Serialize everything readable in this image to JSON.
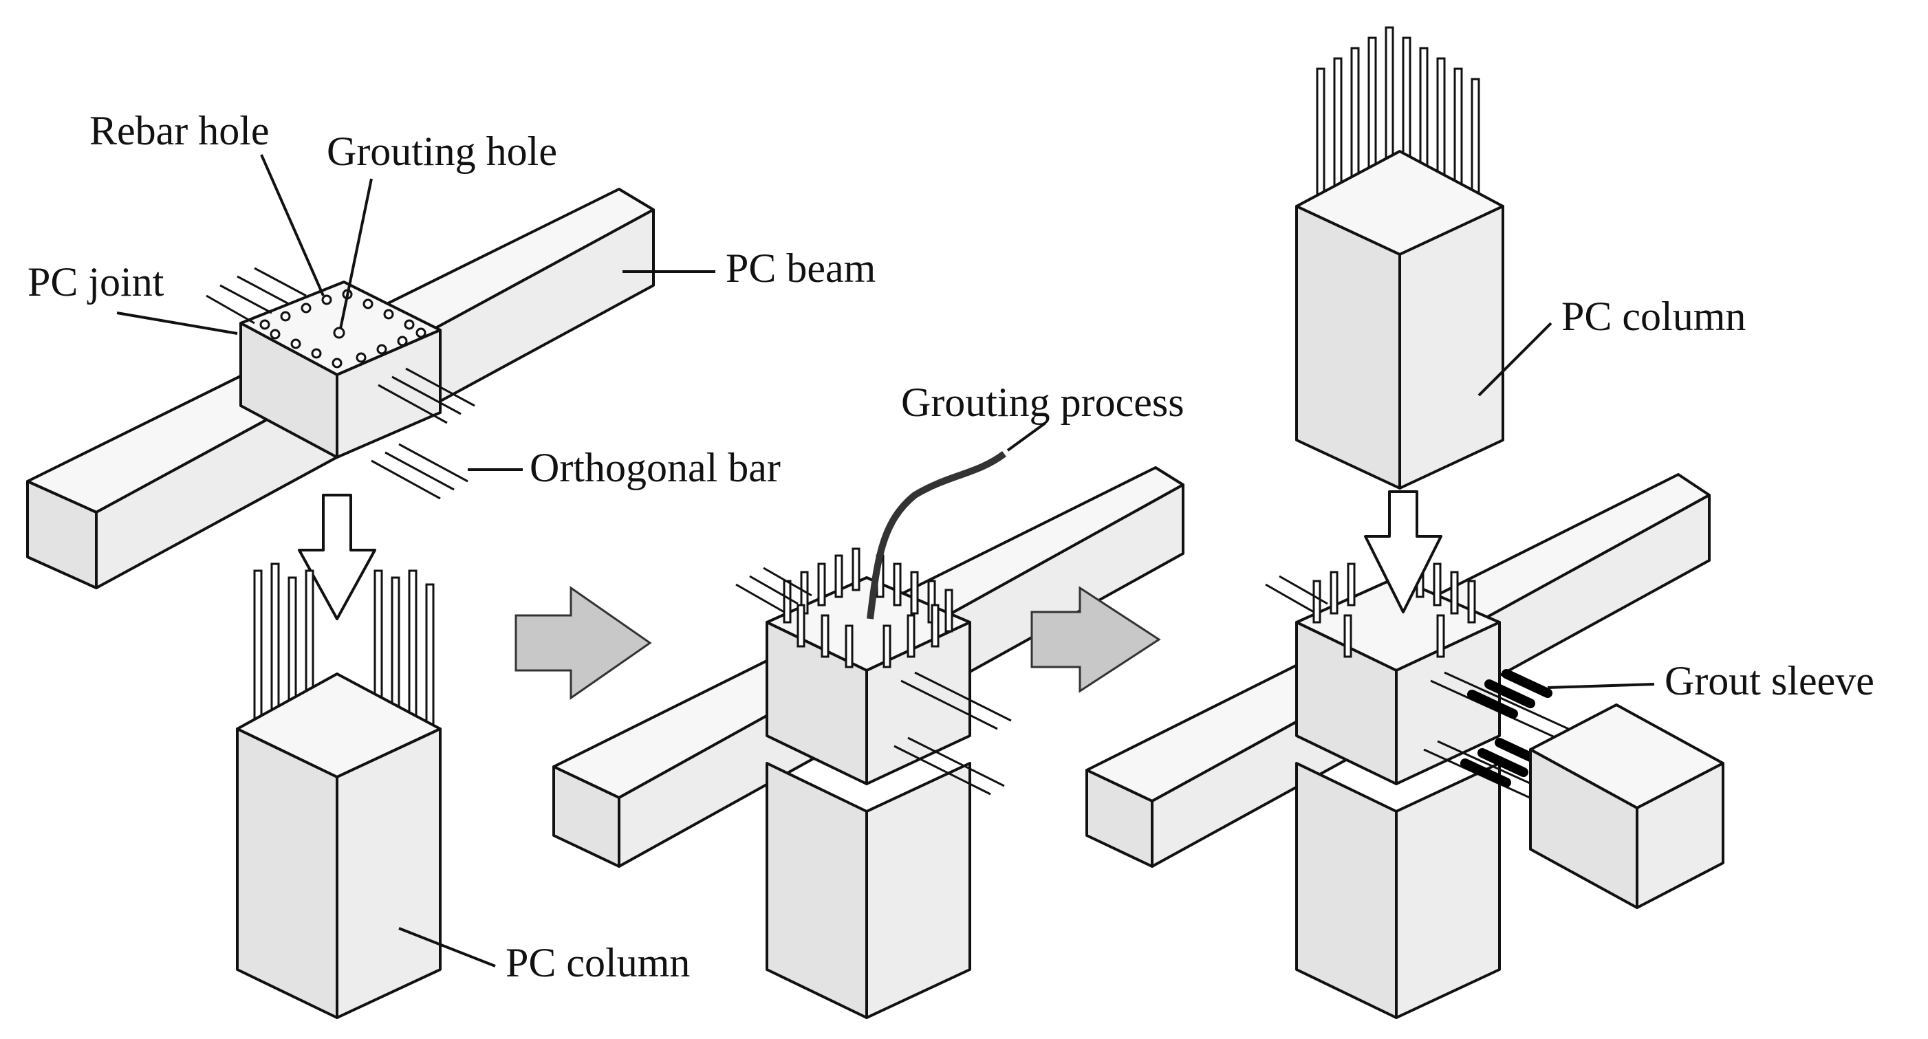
{
  "labels": {
    "rebar_hole": "Rebar hole",
    "grouting_hole": "Grouting hole",
    "pc_joint": "PC joint",
    "pc_beam": "PC beam",
    "orthogonal_bar": "Orthogonal bar",
    "pc_column_left": "PC column",
    "grouting_process": "Grouting process",
    "pc_column_right": "PC column",
    "grout_sleeve": "Grout sleeve"
  },
  "colors": {
    "line": "#111111",
    "face_top": "#f7f7f7",
    "face_front": "#e3e3e3",
    "arrow_fill": "#c8c8c8",
    "background": "#ffffff"
  }
}
